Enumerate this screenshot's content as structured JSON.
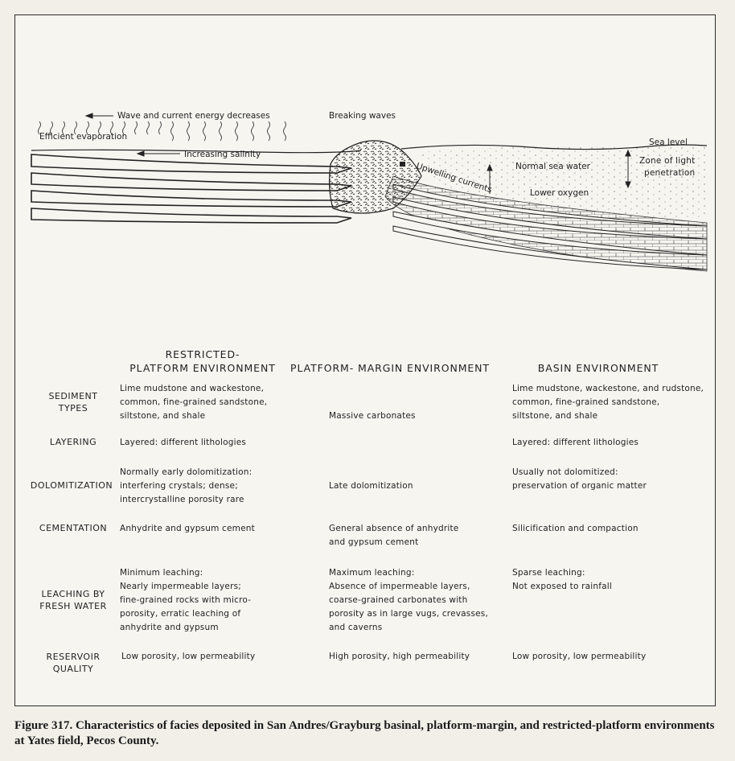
{
  "diagram": {
    "labels": {
      "wave_energy": "Wave and current energy decreases",
      "evaporation": "Efficient evaporation",
      "salinity": "Increasing salinity",
      "breaking_waves": "Breaking waves",
      "upwelling": "Upwelling currents",
      "normal_sea_water": "Normal sea water",
      "lower_oxygen": "Lower oxygen",
      "sea_level": "Sea level",
      "light_zone": "Zone of light\npenetration"
    }
  },
  "table": {
    "columns": [
      "RESTRICTED-\nPLATFORM ENVIRONMENT",
      "PLATFORM- MARGIN ENVIRONMENT",
      "BASIN ENVIRONMENT"
    ],
    "rows": [
      {
        "label": "SEDIMENT\nTYPES",
        "cells": [
          "Lime mudstone and wackestone,\ncommon, fine-grained sandstone,\nsiltstone, and shale",
          "Massive carbonates",
          "Lime mudstone, wackestone, and rudstone,\ncommon, fine-grained sandstone,\nsiltstone, and shale"
        ]
      },
      {
        "label": "LAYERING",
        "cells": [
          "Layered: different lithologies",
          "",
          "Layered: different lithologies"
        ]
      },
      {
        "label": "DOLOMITIZATION",
        "cells": [
          "Normally early dolomitization:\n   interfering crystals; dense;\n   intercrystalline porosity rare",
          "Late dolomitization",
          "Usually not dolomitized:\n   preservation of organic matter"
        ]
      },
      {
        "label": "CEMENTATION",
        "cells": [
          "Anhydrite and gypsum cement",
          "General absence of anhydrite\nand gypsum cement",
          "Silicification and compaction"
        ]
      },
      {
        "label": "LEACHING BY\nFRESH WATER",
        "cells": [
          "Minimum leaching:\n   Nearly impermeable layers;\n   fine-grained rocks with micro-\n   porosity, erratic leaching of\n   anhydrite and gypsum",
          "Maximum leaching:\n   Absence of impermeable layers,\n   coarse-grained carbonates with\n   porosity as in large vugs, crevasses,\n   and caverns",
          "Sparse leaching:\n   Not exposed to rainfall"
        ]
      },
      {
        "label": "RESERVOIR\nQUALITY",
        "cells": [
          "Low porosity, low permeability",
          "High porosity, high permeability",
          "Low porosity, low permeability"
        ]
      }
    ]
  },
  "caption": "Figure 317. Characteristics of facies deposited in San Andres/Grayburg basinal, platform-margin, and restricted-platform environments at Yates field, Pecos County."
}
